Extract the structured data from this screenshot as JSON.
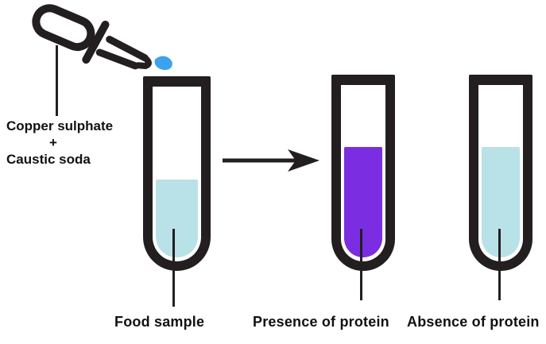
{
  "reagent": {
    "line1": "Copper sulphate",
    "plus": "+",
    "line2": "Caustic soda"
  },
  "tubes": [
    {
      "label": "Food sample",
      "liquid_color": "#b9e1e8",
      "fill_level": "low"
    },
    {
      "label": "Presence of protein",
      "liquid_color": "#7b2de2",
      "fill_level": "high"
    },
    {
      "label": "Absence of protein",
      "liquid_color": "#b9e1e8",
      "fill_level": "high"
    }
  ],
  "colors": {
    "outline": "#231f20",
    "light_blue": "#b9e1e8",
    "purple": "#7b2de2",
    "drop_blue": "#3ca2ec"
  },
  "icons": {
    "dropper": "dropper-icon",
    "drop": "liquid-drop-icon",
    "arrow": "right-arrow-icon"
  }
}
